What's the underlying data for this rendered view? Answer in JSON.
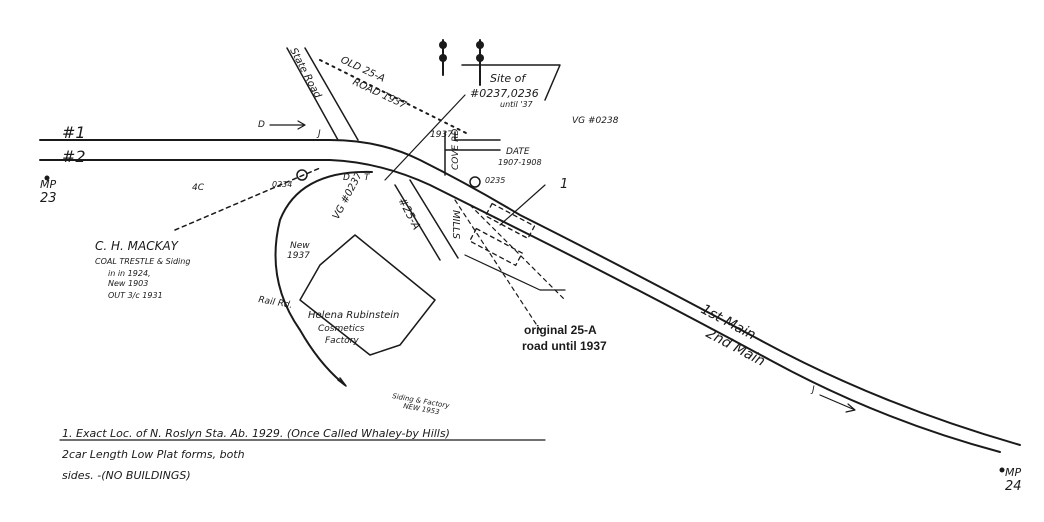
{
  "track_labels": {
    "track1": "#1",
    "track2": "#2",
    "first_main": "1st Main",
    "second_main": "2nd Main"
  },
  "mileposts": {
    "mp23_prefix": "MP",
    "mp23_number": "23",
    "mp24_prefix": "MP",
    "mp24_number": "24"
  },
  "roads": {
    "state_road": "State Road",
    "old_25a": "OLD 25-A",
    "road_year": "ROAD 1937",
    "year_1937": "1937",
    "cove_rd": "COVE RD",
    "route_25a": "#25-A",
    "mills": "MILLS",
    "rail_rd": "Rail Rd."
  },
  "signals": {
    "site_of": "Site of",
    "numbers": "#0237,0236",
    "until": "until '37"
  },
  "stations": {
    "vg_0238": "VG #0238",
    "vg_0237": "VG #0237",
    "date": "DATE",
    "date_years": "1907-1908",
    "num_0235": "0235",
    "num_0234": "0234",
    "marker_1": "1",
    "d_left": "D",
    "j_left": "J",
    "d_mid": "D",
    "t_mid": "T",
    "j_right": "J",
    "hc": "4C"
  },
  "mackay": {
    "name": "C. H. MACKAY",
    "line1": "COAL TRESTLE & Siding",
    "line2": "in in 1924,",
    "line3": "New 1903",
    "line4": "OUT 3/c 1931"
  },
  "new_1937": {
    "line1": "New",
    "line2": "1937"
  },
  "factory": {
    "line1": "Helena Rubinstein",
    "line2": "Cosmetics",
    "line3": "Factory"
  },
  "siding_note": {
    "line1": "Siding & Factory",
    "line2": "NEW 1953"
  },
  "annotation": {
    "line1": "original 25-A",
    "line2": "road until 1937"
  },
  "footnote": {
    "line1": "1. Exact Loc. of N. Roslyn Sta. Ab. 1929. (Once Called Whaley-by Hills)",
    "line2": "2car Length Low Plat forms, both",
    "line3": "sides. -(NO BUILDINGS)"
  }
}
